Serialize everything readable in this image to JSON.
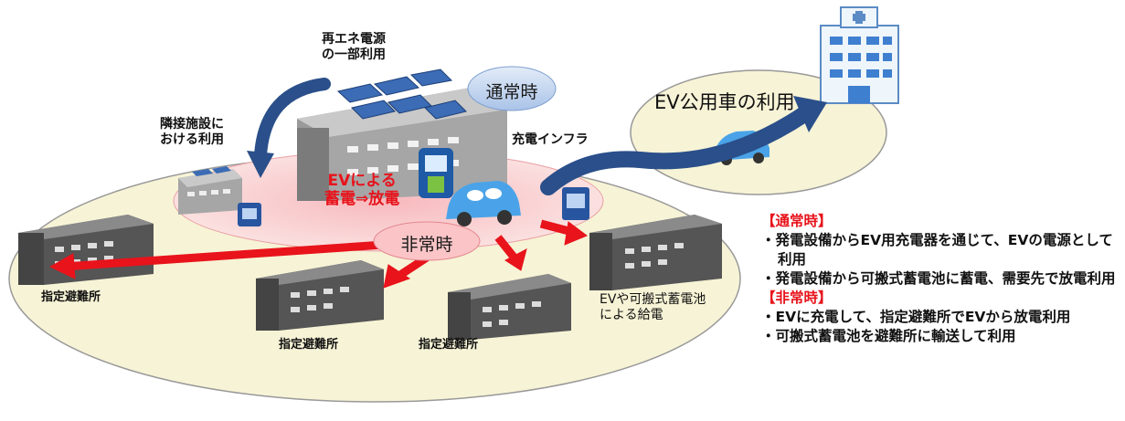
{
  "labels": {
    "renewable": "再エネ電源\nの一部利用",
    "neighbor": "隣接施設に\nおける利用",
    "charging_infra": "充電インフラ",
    "ev_storage": "EVによる\n蓄電⇒放電",
    "normal_bubble": "通常時",
    "emergency_bubble": "非常時",
    "ev_public_car": "EV公用車の利用",
    "shelter_left": "指定避難所",
    "shelter_mid1": "指定避難所",
    "shelter_mid2": "指定避難所",
    "ev_supply": "EVや可搬式蓄電池\nによる給電"
  },
  "notes": {
    "normal_header": "【通常時】",
    "normal_items": [
      "・発電設備からEV用充電器を通じて、EVの電源として利用",
      "・発電設備から可搬式蓄電池に蓄電、需要先で放電利用"
    ],
    "emergency_header": "【非常時】",
    "emergency_items": [
      "・EVに充電して、指定避難所でEVから放電利用",
      "・可搬式蓄電池を避難所に輸送して利用"
    ]
  },
  "colors": {
    "ellipse_fill": "#f7f3d6",
    "bubble_blue": "#b9d0ee",
    "arrow_red": "#e8131b",
    "arrow_blue": "#2a4f8a",
    "building_gray": "#6d6d6d"
  }
}
